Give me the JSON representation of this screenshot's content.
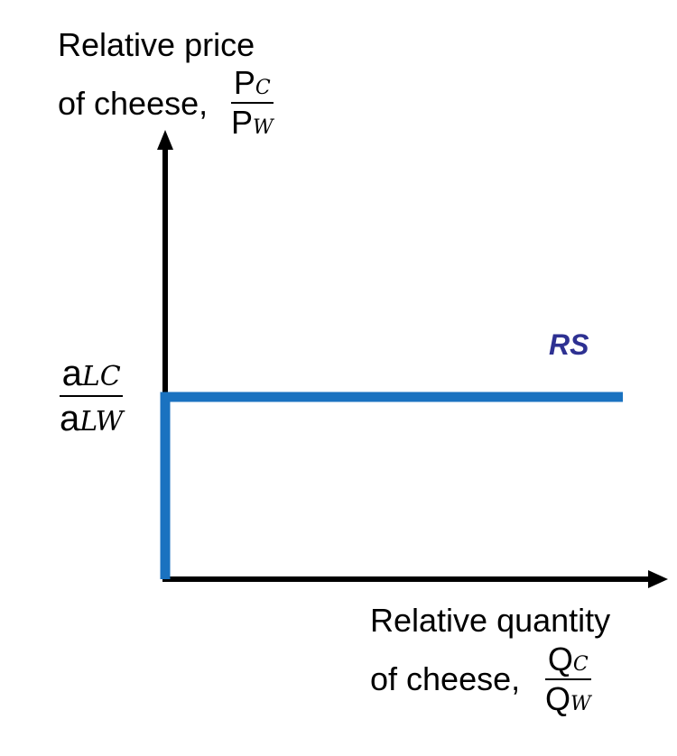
{
  "y_axis_label": {
    "line1": "Relative price",
    "line2": "of cheese,",
    "num_main": "P",
    "num_sub": "C",
    "den_main": "P",
    "den_sub": "W"
  },
  "x_axis_label": {
    "line1": "Relative quantity",
    "line2": "of cheese,",
    "num_main": "Q",
    "num_sub": "C",
    "den_main": "Q",
    "den_sub": "W"
  },
  "price_level_label": {
    "num_main": "a",
    "num_sub": "LC",
    "den_main": "a",
    "den_sub": "LW"
  },
  "curve_label": "RS",
  "colors": {
    "axis": "#000000",
    "curve": "#1a72c0",
    "curve_label": "#2e3192"
  }
}
